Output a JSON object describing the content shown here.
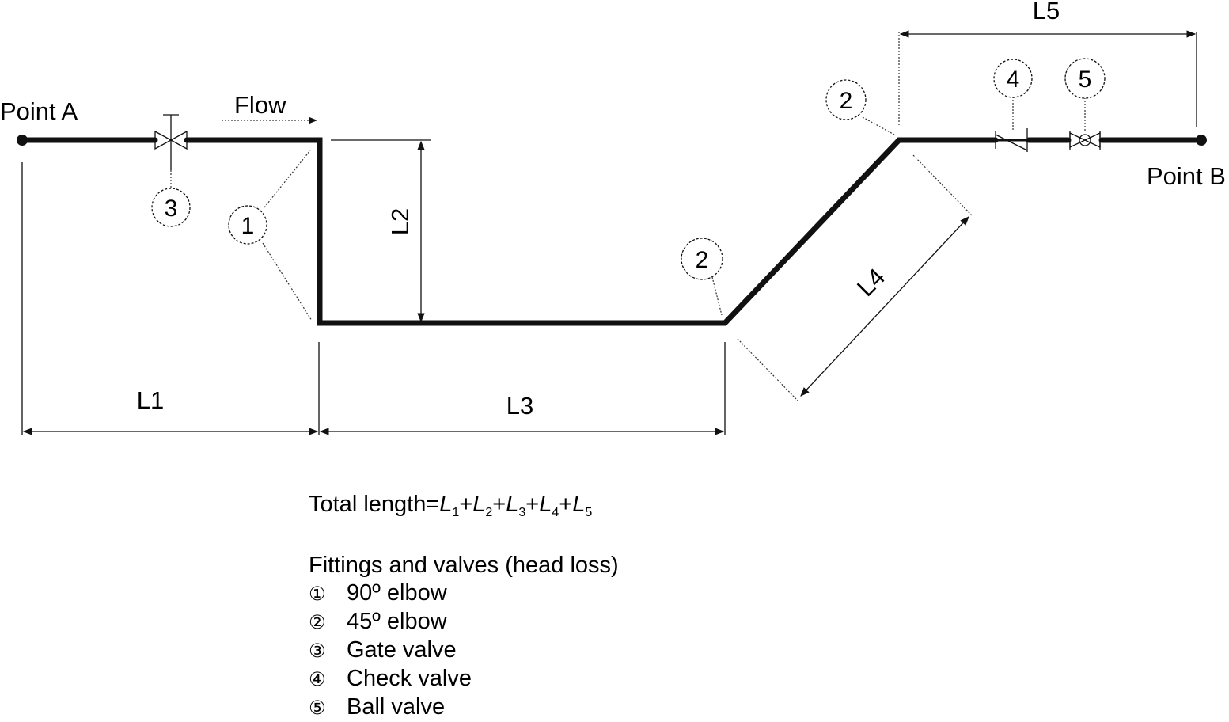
{
  "labels": {
    "point_a": "Point A",
    "point_b": "Point B",
    "flow": "Flow",
    "dims": {
      "l1": "L1",
      "l2": "L2",
      "l3": "L3",
      "l4": "L4",
      "l5": "L5"
    }
  },
  "markers": {
    "elbow90": "1",
    "gate": "3",
    "elbow45_low": "2",
    "elbow45_high": "2",
    "check": "4",
    "ball": "5"
  },
  "legend": {
    "total_prefix": "Total length=",
    "total_terms": [
      {
        "sym": "L",
        "sub": "1"
      },
      {
        "sym": "L",
        "sub": "2"
      },
      {
        "sym": "L",
        "sub": "3"
      },
      {
        "sym": "L",
        "sub": "4"
      },
      {
        "sym": "L",
        "sub": "5"
      }
    ],
    "heading": "Fittings and valves (head loss)",
    "items": [
      {
        "mark": "①",
        "text": "90º elbow"
      },
      {
        "mark": "②",
        "text": "45º elbow"
      },
      {
        "mark": "③",
        "text": "Gate valve"
      },
      {
        "mark": "④",
        "text": "Check valve"
      },
      {
        "mark": "⑤",
        "text": "Ball valve"
      }
    ]
  }
}
